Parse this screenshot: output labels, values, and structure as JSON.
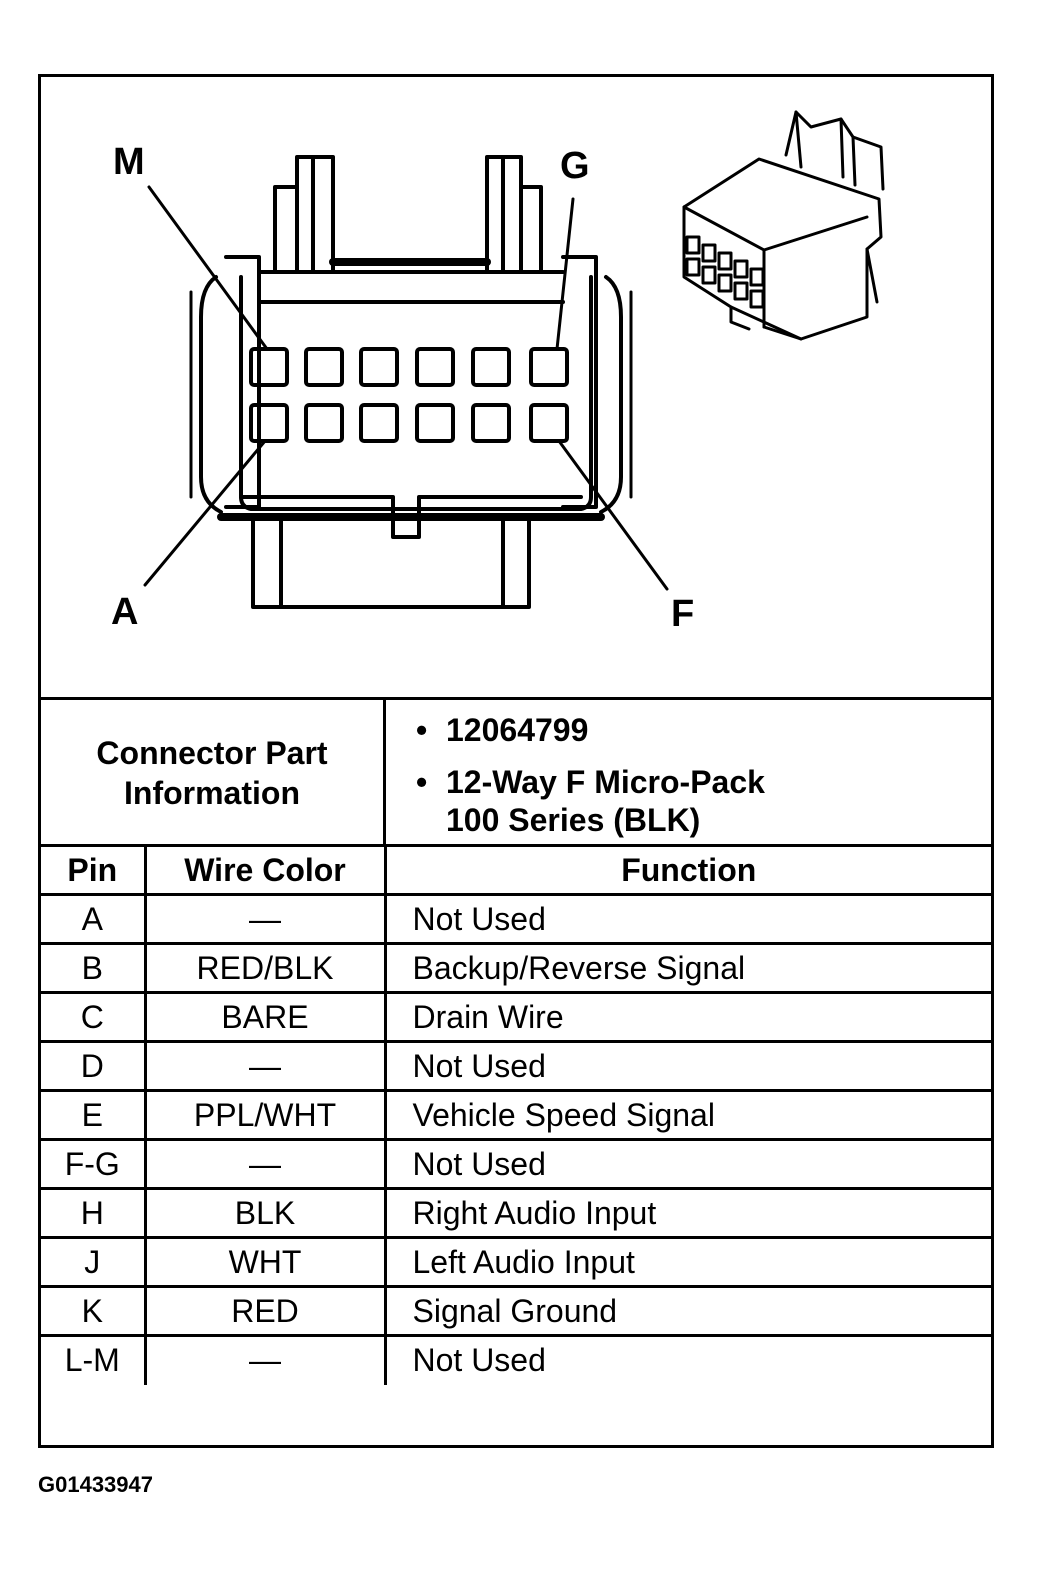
{
  "diagram": {
    "labels": {
      "top_left": "M",
      "top_right": "G",
      "bottom_left": "A",
      "bottom_right": "F"
    }
  },
  "connector_info": {
    "label_line1": "Connector Part",
    "label_line2": "Information",
    "part_number": "12064799",
    "description_line1": "12-Way F Micro-Pack",
    "description_line2": "100 Series (BLK)"
  },
  "table": {
    "headers": {
      "pin": "Pin",
      "wire_color": "Wire Color",
      "function": "Function"
    },
    "rows": [
      {
        "pin": "A",
        "wire_color": "—",
        "function": "Not Used"
      },
      {
        "pin": "B",
        "wire_color": "RED/BLK",
        "function": "Backup/Reverse Signal"
      },
      {
        "pin": "C",
        "wire_color": "BARE",
        "function": "Drain Wire"
      },
      {
        "pin": "D",
        "wire_color": "—",
        "function": "Not Used"
      },
      {
        "pin": "E",
        "wire_color": "PPL/WHT",
        "function": "Vehicle Speed Signal"
      },
      {
        "pin": "F-G",
        "wire_color": "—",
        "function": "Not Used"
      },
      {
        "pin": "H",
        "wire_color": "BLK",
        "function": "Right Audio Input"
      },
      {
        "pin": "J",
        "wire_color": "WHT",
        "function": "Left Audio Input"
      },
      {
        "pin": "K",
        "wire_color": "RED",
        "function": "Signal Ground"
      },
      {
        "pin": "L-M",
        "wire_color": "—",
        "function": "Not Used"
      }
    ]
  },
  "footer": {
    "figure_code": "G01433947"
  }
}
